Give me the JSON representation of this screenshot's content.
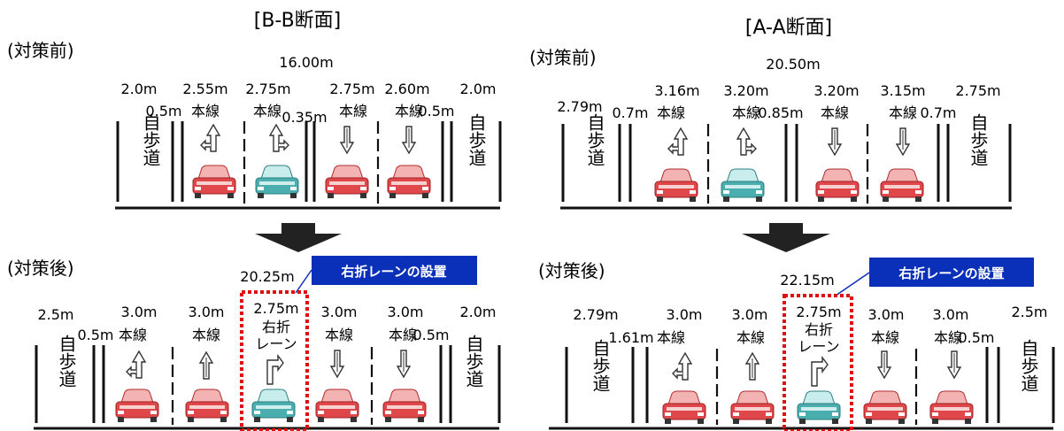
{
  "panels": [
    {
      "title": "[B-B断面]",
      "before": {
        "label": "(対策前)",
        "total_width": "16.00m",
        "walk_text": "自歩道",
        "row1": [
          "2.0m",
          "2.55m",
          "2.75m",
          "2.75m",
          "2.60m",
          "2.0m"
        ],
        "row2": [
          "0.5m",
          "本線",
          "本線",
          "0.35m",
          "本線",
          "本線",
          "0.5m"
        ]
      },
      "after": {
        "label": "(対策後)",
        "total_width": "20.25m",
        "callout": "右折レーンの設置",
        "walk_text": "自歩道",
        "row1": [
          "2.5m",
          "3.0m",
          "3.0m",
          "2.75m",
          "3.0m",
          "3.0m",
          "2.0m"
        ],
        "row2": [
          "0.5m",
          "本線",
          "本線",
          "右折",
          "本線",
          "本線",
          "0.5m"
        ],
        "turn_lane_word": "レーン"
      }
    },
    {
      "title": "[A-A断面]",
      "before": {
        "label": "(対策前)",
        "total_width": "20.50m",
        "walk_text": "自歩道",
        "row1": [
          "3.16m",
          "3.20m",
          "3.20m",
          "3.15m",
          "2.75m"
        ],
        "row2": [
          "2.79m",
          "0.7m",
          "本線",
          "本線",
          "0.85m",
          "本線",
          "本線",
          "0.7m"
        ]
      },
      "after": {
        "label": "(対策後)",
        "total_width": "22.15m",
        "callout": "右折レーンの設置",
        "walk_text": "自歩道",
        "row1": [
          "2.79m",
          "3.0m",
          "3.0m",
          "2.75m",
          "3.0m",
          "3.0m",
          "2.5m"
        ],
        "row2": [
          "1.61m",
          "本線",
          "本線",
          "右折",
          "本線",
          "本線",
          "0.5m"
        ],
        "turn_lane_word": "レーン"
      }
    }
  ],
  "colors": {
    "car_red": "#e0474a",
    "car_teal": "#4aaeae",
    "callout_blue": "#0a2fb8",
    "dashed_red": "#e01010",
    "arrow_dark": "#222222"
  }
}
